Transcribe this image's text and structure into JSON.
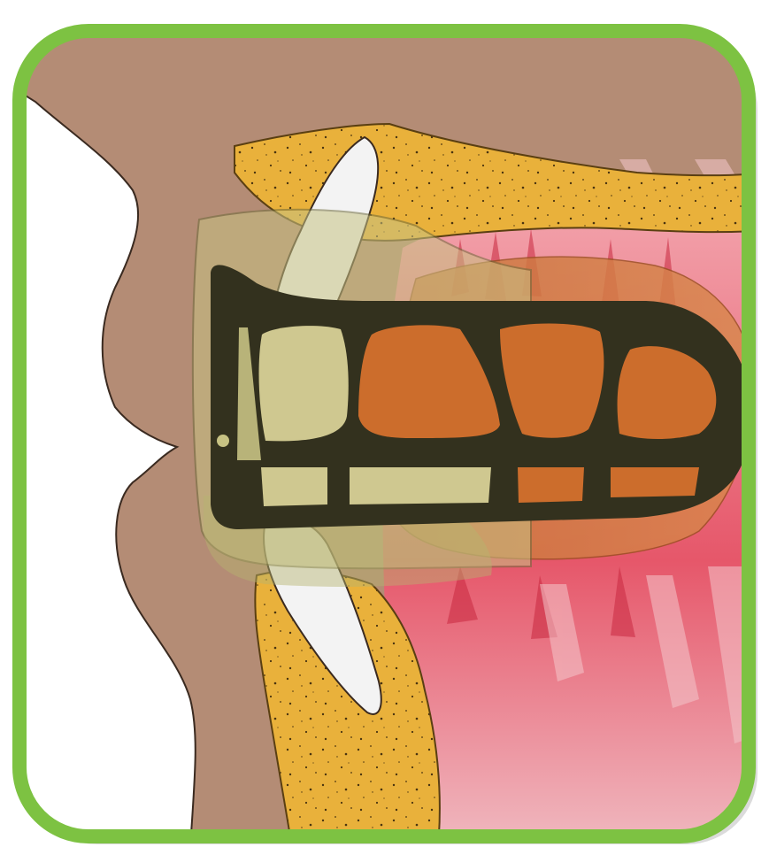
{
  "colors": {
    "frame_border": "#7dc242",
    "face_skin": "#b48c75",
    "background": "#ffffff",
    "bone": "#e9b13b",
    "teeth": "#f3f3f3",
    "gum_tissue": "#e35467",
    "device_body": "#33311e",
    "device_window_fill": "#cc6d2c",
    "tongue": "#cc7a3e",
    "translucent_tray": "#c7c283"
  },
  "parts": [
    {
      "id": "face-profile",
      "icon": "face-profile"
    },
    {
      "id": "upper-jaw-bone",
      "icon": "bone"
    },
    {
      "id": "lower-jaw-bone",
      "icon": "bone"
    },
    {
      "id": "upper-incisor",
      "icon": "tooth"
    },
    {
      "id": "lower-incisor",
      "icon": "tooth"
    },
    {
      "id": "oral-tissue",
      "icon": "gum"
    },
    {
      "id": "tongue",
      "icon": "tongue"
    },
    {
      "id": "translucent-tray",
      "icon": "tray"
    },
    {
      "id": "mouthpiece-frame",
      "icon": "device-frame"
    }
  ]
}
